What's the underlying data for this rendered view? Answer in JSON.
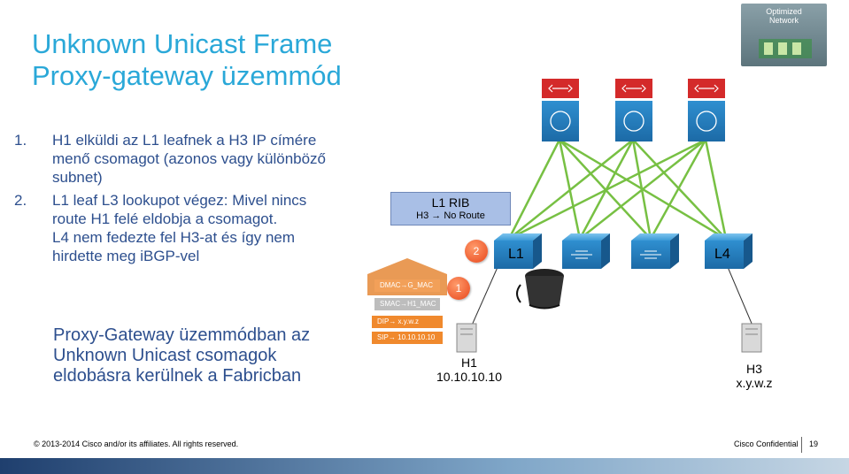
{
  "logo": {
    "line1": "Optimized",
    "line2": "Network"
  },
  "title": {
    "line1": "Unknown Unicast Frame",
    "line2": "Proxy-gateway üzemmód"
  },
  "steps": [
    {
      "num": "1.",
      "text": "H1 elküldi az L1 leafnek a H3 IP címére menő csomagot (azonos vagy különböző subnet)"
    },
    {
      "num": "2.",
      "text": "L1 leaf L3 lookupot végez: Mivel nincs route H1 felé eldobja a csomagot.",
      "extra": "L4 nem fedezte fel H3-at és így nem hirdette meg iBGP-vel"
    }
  ],
  "summary": "Proxy-Gateway üzemmódban az Unknown Unicast csomagok eldobásra kerülnek a Fabricban",
  "rib": {
    "title": "L1 RIB",
    "route": "H3 → No Route"
  },
  "frame": {
    "dmac": "DMAC→G_MAC",
    "smac": "SMAC→H1_MAC",
    "dip": "DIP→ x.y.w.z",
    "sip": "SIP→ 10.10.10.10"
  },
  "markers": {
    "one": "1",
    "two": "2"
  },
  "leaf_labels": {
    "l1": "L1",
    "l4": "L4"
  },
  "hosts": {
    "h1": {
      "name": "H1",
      "ip": "10.10.10.10"
    },
    "h3": {
      "name": "H3",
      "ip": "x.y.w.z"
    }
  },
  "footer": {
    "copyright": "© 2013-2014  Cisco and/or its affiliates. All rights reserved.",
    "confidential": "Cisco Confidential",
    "page": "19"
  },
  "colors": {
    "title": "#2aa8d8",
    "body": "#2d4f8e",
    "link": "#77c043",
    "switch": "#2f8fd0",
    "spine_top": "#d42a2a"
  }
}
